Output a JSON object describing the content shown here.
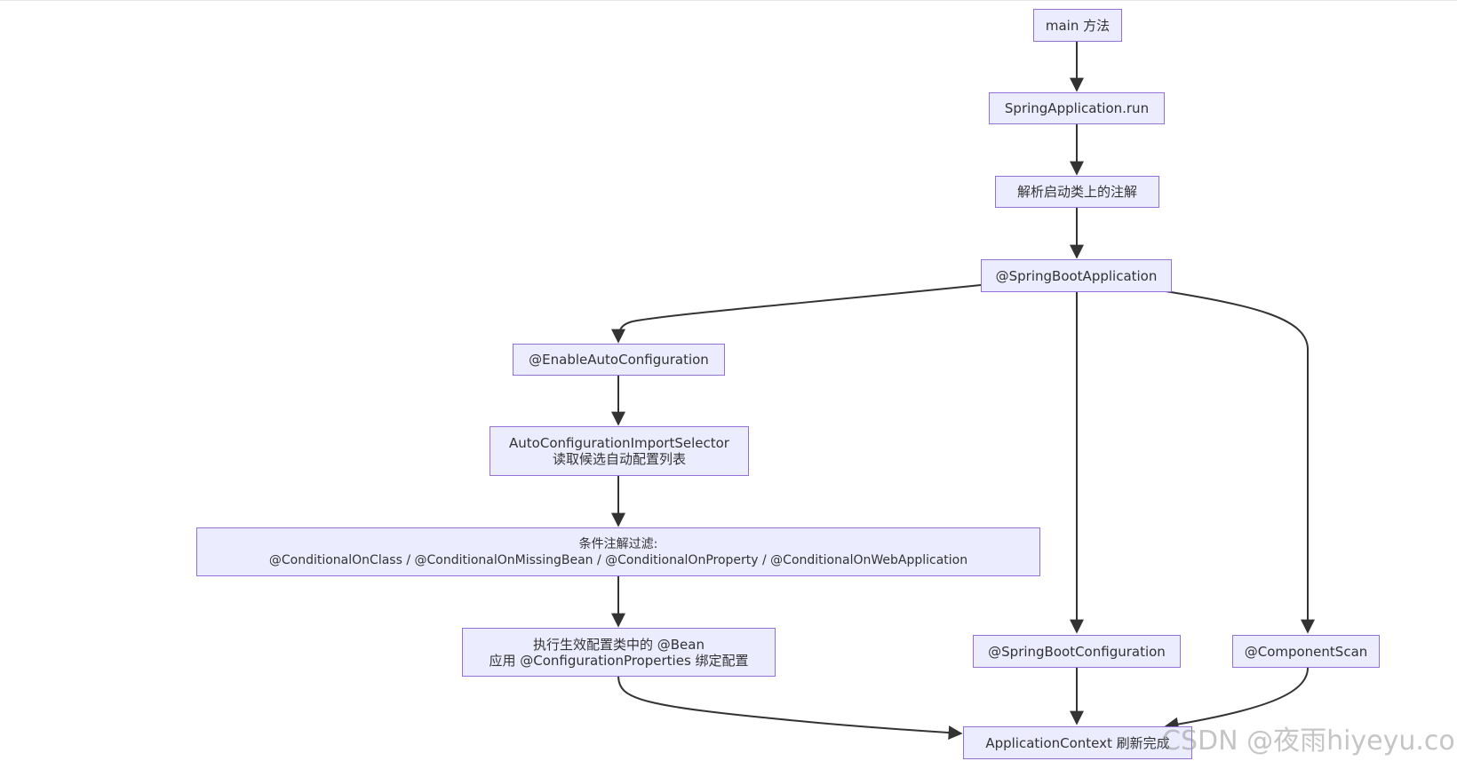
{
  "colors": {
    "node_fill": "#ececff",
    "node_border": "#9370db",
    "text": "#333333",
    "edge": "#333333",
    "watermark": "#999999"
  },
  "nodes": {
    "main": {
      "label": "main 方法"
    },
    "run": {
      "label": "SpringApplication.run"
    },
    "parse": {
      "label": "解析启动类上的注解"
    },
    "sba": {
      "label": "@SpringBootApplication"
    },
    "eac": {
      "label": "@EnableAutoConfiguration"
    },
    "acis": {
      "line1": "AutoConfigurationImportSelector",
      "line2": "读取候选自动配置列表"
    },
    "cond": {
      "line1": "条件注解过滤:",
      "line2": "@ConditionalOnClass / @ConditionalOnMissingBean / @ConditionalOnProperty / @ConditionalOnWebApplication"
    },
    "exec": {
      "line1": "执行生效配置类中的 @Bean",
      "line2": "应用 @ConfigurationProperties 绑定配置"
    },
    "sbc": {
      "label": "@SpringBootConfiguration"
    },
    "scan": {
      "label": "@ComponentScan"
    },
    "ctx": {
      "label": "ApplicationContext 刷新完成"
    }
  },
  "edges": [
    {
      "from": "main",
      "to": "run"
    },
    {
      "from": "run",
      "to": "parse"
    },
    {
      "from": "parse",
      "to": "sba"
    },
    {
      "from": "sba",
      "to": "eac"
    },
    {
      "from": "sba",
      "to": "sbc"
    },
    {
      "from": "sba",
      "to": "scan"
    },
    {
      "from": "eac",
      "to": "acis"
    },
    {
      "from": "acis",
      "to": "cond"
    },
    {
      "from": "cond",
      "to": "exec"
    },
    {
      "from": "exec",
      "to": "ctx"
    },
    {
      "from": "sbc",
      "to": "ctx"
    },
    {
      "from": "scan",
      "to": "ctx"
    }
  ],
  "watermark": "CSDN @夜雨hiyeyu.com"
}
